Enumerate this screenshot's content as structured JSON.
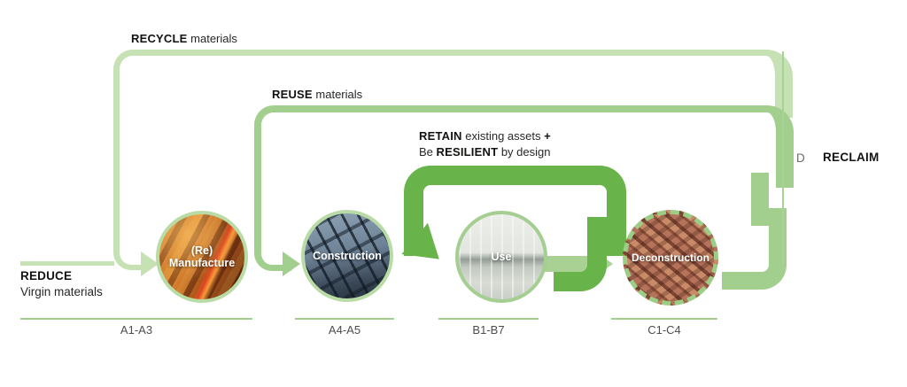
{
  "loops": {
    "recycle": {
      "bold": "RECYCLE",
      "rest": " materials",
      "color": "#c6e1b4"
    },
    "reuse": {
      "bold": "REUSE",
      "rest": " materials",
      "color": "#a2cf8e"
    },
    "retain": {
      "line1_bold": "RETAIN",
      "line1_rest": " existing assets ",
      "line1_bold2": "+",
      "line2_pre": "Be ",
      "line2_bold": "RESILIENT",
      "line2_rest": " by design",
      "color": "#68b34a"
    },
    "reduce": {
      "bold": "REDUCE",
      "rest": "Virgin materials",
      "color": "#c6e1b4"
    },
    "reclaim": {
      "prefix": "D",
      "bold": "RECLAIM",
      "line_color": "#a8d194"
    }
  },
  "stages": [
    {
      "line1": "(Re)",
      "line2": "Manufacture",
      "code": "A1-A3",
      "image": "steel-manufacturing-photo",
      "border_style": "solid"
    },
    {
      "label": "Construction",
      "code": "A4-A5",
      "image": "steel-frame-construction-photo",
      "border_style": "solid"
    },
    {
      "label": "Use",
      "code": "B1-B7",
      "image": "building-interior-photo",
      "border_style": "solid"
    },
    {
      "label": "Deconstruction",
      "code": "C1-C4",
      "image": "brick-rubble-photo",
      "border_style": "dashed"
    }
  ],
  "colors": {
    "recycle_loop": "#c6e1b4",
    "reuse_loop": "#a2cf8e",
    "retain_loop": "#68b34a",
    "flow_arrow": "#a9d193",
    "circle_ring": "#b9dba6",
    "code_line": "#9fd08c",
    "code_text": "#4c4c4b",
    "label_text": "#121211"
  }
}
